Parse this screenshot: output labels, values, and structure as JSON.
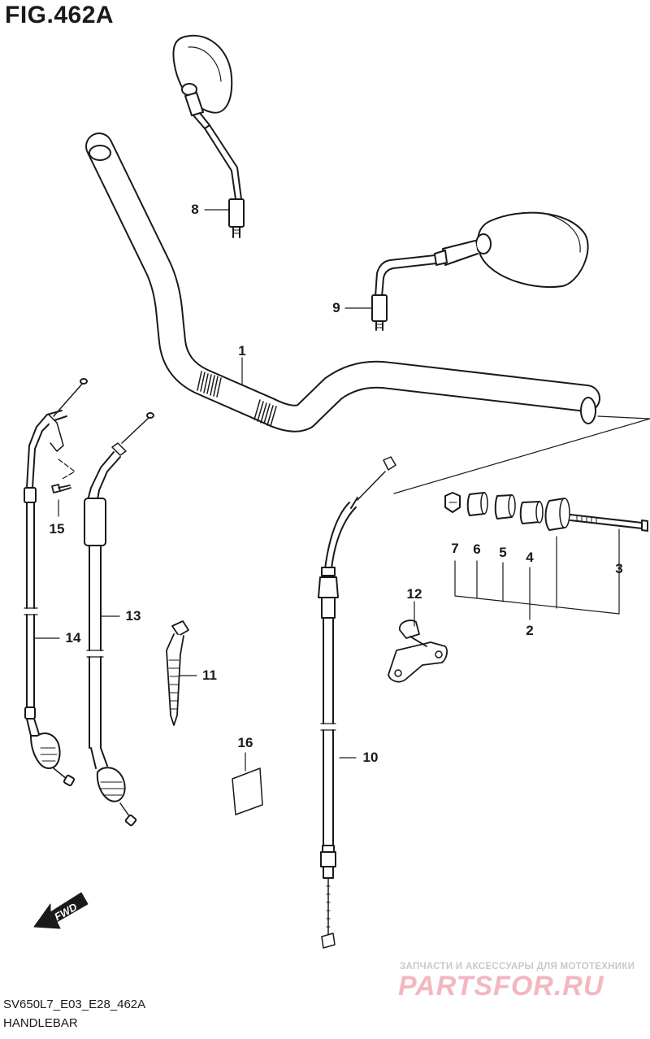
{
  "figure": {
    "title": "FIG.462A",
    "code": "SV650L7_E03_E28_462A",
    "section": "HANDLEBAR"
  },
  "direction_arrow": {
    "label": "FWD"
  },
  "callouts": [
    {
      "id": "1",
      "label": "1",
      "part": "handlebar"
    },
    {
      "id": "2",
      "label": "2",
      "part": "balancer-set"
    },
    {
      "id": "3",
      "label": "3",
      "part": "balancer-bolt"
    },
    {
      "id": "4",
      "label": "4",
      "part": "balancer-cushion"
    },
    {
      "id": "5",
      "label": "5",
      "part": "balancer-spacer"
    },
    {
      "id": "6",
      "label": "6",
      "part": "balancer-washer"
    },
    {
      "id": "7",
      "label": "7",
      "part": "balancer-nut"
    },
    {
      "id": "8",
      "label": "8",
      "part": "mirror-left"
    },
    {
      "id": "9",
      "label": "9",
      "part": "mirror-right"
    },
    {
      "id": "10",
      "label": "10",
      "part": "clutch-cable"
    },
    {
      "id": "11",
      "label": "11",
      "part": "cable-band"
    },
    {
      "id": "12",
      "label": "12",
      "part": "cable-guide"
    },
    {
      "id": "13",
      "label": "13",
      "part": "throttle-cable-return"
    },
    {
      "id": "14",
      "label": "14",
      "part": "throttle-cable-pull"
    },
    {
      "id": "15",
      "label": "15",
      "part": "screw"
    },
    {
      "id": "16",
      "label": "16",
      "part": "label-sticker"
    }
  ],
  "watermark": {
    "line1": "ЗАПЧАСТИ И АКСЕССУАРЫ ДЛЯ МОТОТЕХНИКИ",
    "line2": "PARTSFOR.RU"
  },
  "colors": {
    "line": "#1a1a1a",
    "background": "#ffffff",
    "watermark_main": "#f3b7bf",
    "watermark_sub": "#c8c8c8"
  }
}
